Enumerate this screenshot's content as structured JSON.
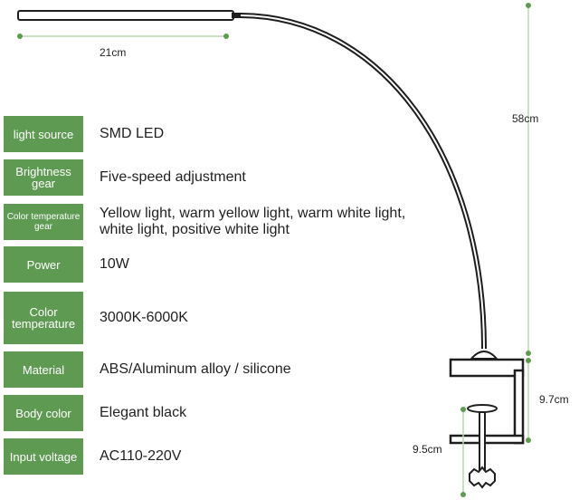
{
  "dimensions": {
    "head_length": "21cm",
    "arm_height": "58cm",
    "clamp_height": "9.7cm",
    "clamp_opening": "9.5cm"
  },
  "specs": [
    {
      "label": "light source",
      "value": "SMD LED"
    },
    {
      "label": "Brightness gear",
      "value": "Five-speed adjustment"
    },
    {
      "label": "Color temperature gear",
      "value_line1": "Yellow light, warm yellow light, warm white light,",
      "value_line2": "white light, positive white light"
    },
    {
      "label": "Power",
      "value": "10W"
    },
    {
      "label": "Color temperature",
      "value": "3000K-6000K"
    },
    {
      "label": "Material",
      "value": "ABS/Aluminum alloy / silicone"
    },
    {
      "label": "Body color",
      "value": "Elegant black"
    },
    {
      "label": "Input voltage",
      "value": "AC110-220V"
    }
  ],
  "colors": {
    "label_bg": "#5e9a52",
    "dimension_line": "#b9d7b0",
    "dimension_dot": "#5e9a52",
    "lamp": "#1e1e1e"
  }
}
